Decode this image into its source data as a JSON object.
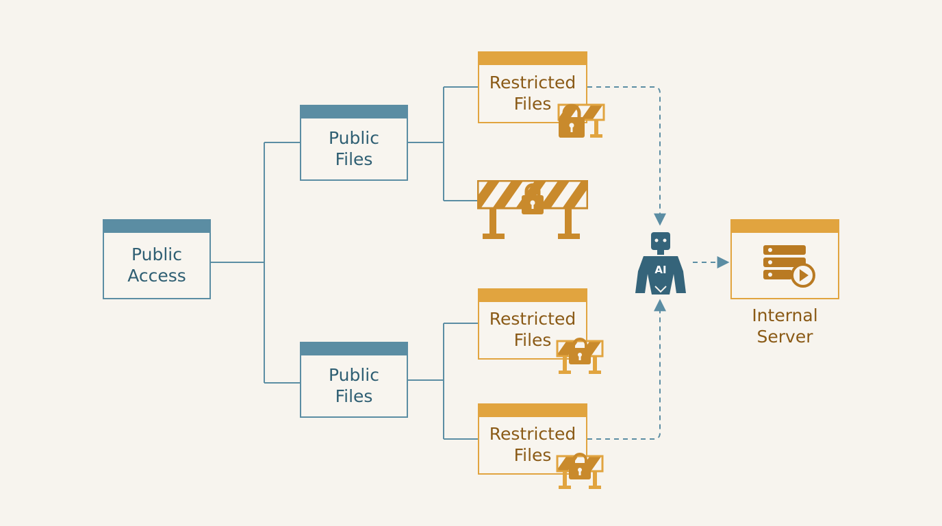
{
  "nodes": {
    "public_access": "Public\nAccess",
    "public_files_top": "Public\nFiles",
    "public_files_bottom": "Public\nFiles",
    "restricted_1": "Restricted\nFiles",
    "restricted_2": "Restricted\nFiles",
    "restricted_3": "Restricted\nFiles",
    "internal_server": "Internal\nServer",
    "ai_badge": "AI"
  },
  "icons": [
    "lock-icon",
    "barrier-icon",
    "robot-icon",
    "server-icon",
    "play-icon",
    "arrow-icon"
  ],
  "colors": {
    "public": "#5b8da3",
    "restricted": "#e1a43f",
    "lock": "#c98a2c",
    "robot": "#35647a",
    "background": "#f7f4ee"
  }
}
